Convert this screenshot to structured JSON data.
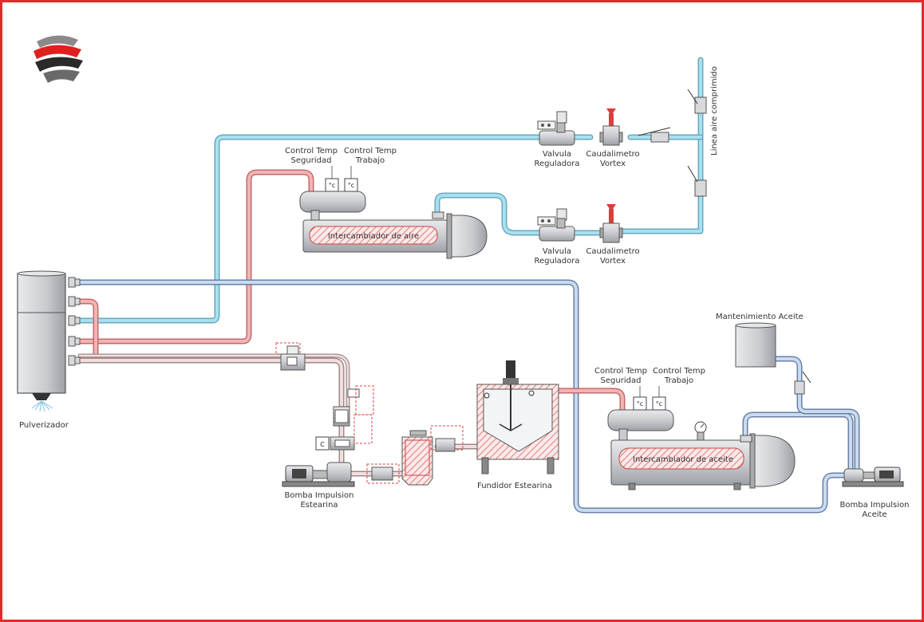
{
  "colors": {
    "frame": "#e32b2b",
    "air_pipe": "#8fd0e8",
    "hot_pipe": "#e8a0a0",
    "steel": "#d0d2d6",
    "hatch": "#e06060"
  },
  "labels": {
    "valvula_regulador_1": [
      "Valvula",
      "Reguladora"
    ],
    "caudalimetro_1": [
      "Caudalimetro",
      "Vortex"
    ],
    "valvula_regulador_2": [
      "Valvula",
      "Reguladora"
    ],
    "caudalimetro_2": [
      "Caudalimetro",
      "Vortex"
    ],
    "linea_aire": "Linea aire comprimido",
    "control_temp_seg_aire": [
      "Control Temp",
      "Seguridad"
    ],
    "control_temp_trab_aire": [
      "Control Temp",
      "Trabajo"
    ],
    "intercambiador_aire": "Intercambiador de aire",
    "pulverizador": "Pulverizador",
    "bomba_estearina": [
      "Bomba Impulsion",
      "Estearina"
    ],
    "fundidor": "Fundidor Estearina",
    "mantenimiento_aceite": "Mantenimiento Aceite",
    "control_temp_seg_aceite": [
      "Control Temp",
      "Seguridad"
    ],
    "control_temp_trab_aceite": [
      "Control Temp",
      "Trabajo"
    ],
    "intercambiador_aceite": "Intercambiador de aceite",
    "bomba_aceite": [
      "Bomba Impulsion",
      "Aceite"
    ],
    "gauge_unit": "°c",
    "controller_letter": "C"
  }
}
